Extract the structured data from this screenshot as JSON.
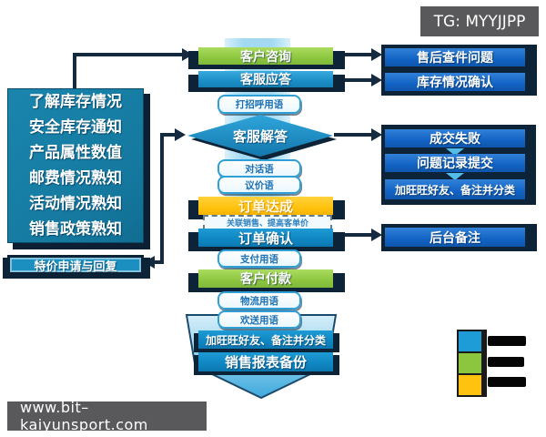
{
  "header": {
    "tg_label": "TG: MYYJJPP"
  },
  "footer": {
    "website": "www.bit–kaiyunsport.com"
  },
  "left_panel": {
    "items": [
      "了解库存情况",
      "安全库存通知",
      "产品属性数值",
      "邮费情况熟知",
      "活动情况熟知",
      "销售政策熟知"
    ],
    "special_request": "特价申请与回复"
  },
  "flow": {
    "customer_inquiry": "客户咨询",
    "service_reply": "客服应答",
    "greeting_phrases": "打招呼用语",
    "service_answer": "客服解答",
    "dialog_phrases": "对话语",
    "bargain_phrases": "议价语",
    "order_done": "订单达成",
    "order_done_note": "关联销售、提高客单价",
    "order_confirm": "订单确认",
    "payment_phrases": "支付用语",
    "customer_payment": "客户付款",
    "logistics_phrases": "物流用语",
    "farewell_phrases": "欢送用语",
    "add_friend_tag": "加旺旺好友、备注并分类",
    "report_backup": "销售报表备份"
  },
  "right_panel": {
    "after_sales_issue": "售后查件问题",
    "stock_confirm": "库存情况确认",
    "deal_failed": "成交失败",
    "issue_record_submit": "问题记录提交",
    "add_friend_tag": "加旺旺好友、备注并分类",
    "backend_note": "后台备注"
  },
  "legend": {
    "swatches": [
      "#1e9cd7",
      "#8cc63f",
      "#ffc20e"
    ]
  },
  "colors": {
    "green": "#8cc63f",
    "mid_blue": "#1b8ec7",
    "bright_blue": "#1263c4",
    "yellow": "#ffc20e",
    "teal": "#15799f",
    "dark_navy": "#0d2438",
    "spine_blue": "#a3daf2",
    "gray": "#59595b"
  }
}
